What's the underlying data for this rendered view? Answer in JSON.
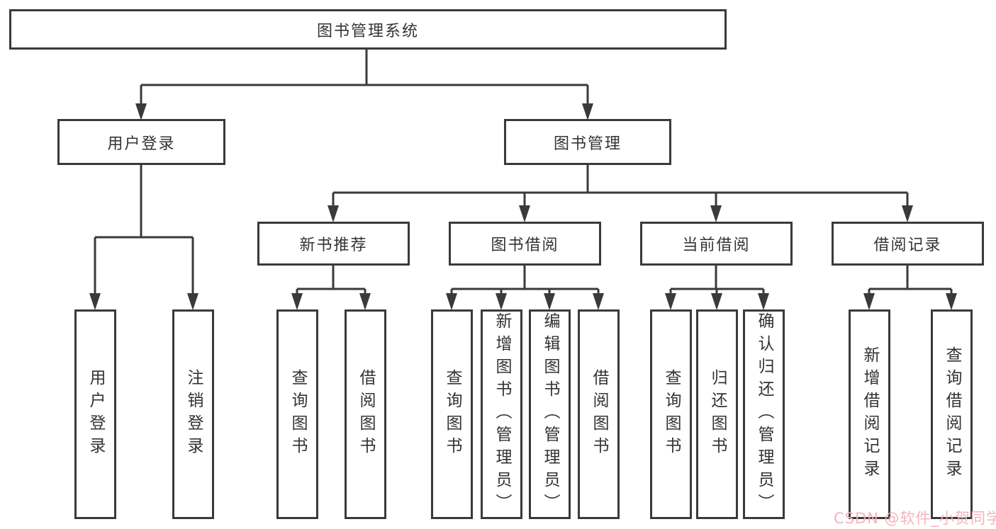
{
  "colors": {
    "line": "#3a3a3a",
    "text": "#333333",
    "background": "#ffffff",
    "watermark": "#f3afbe"
  },
  "watermark": {
    "text": "CSDN @软件_小贺同学"
  },
  "diagram": {
    "root": {
      "label": "图书管理系统"
    },
    "level2": [
      {
        "label": "用户登录"
      },
      {
        "label": "图书管理"
      }
    ],
    "level3": [
      {
        "label": "新书推荐"
      },
      {
        "label": "图书借阅"
      },
      {
        "label": "当前借阅"
      },
      {
        "label": "借阅记录"
      }
    ],
    "leaves": [
      {
        "label": "用户登录"
      },
      {
        "label": "注销登录"
      },
      {
        "label": "查询图书"
      },
      {
        "label": "借阅图书"
      },
      {
        "label": "查询图书"
      },
      {
        "label": "新增图书（管理员）"
      },
      {
        "label": "编辑图书（管理员）"
      },
      {
        "label": "借阅图书"
      },
      {
        "label": "查询图书"
      },
      {
        "label": "归还图书"
      },
      {
        "label": "确认归还（管理员）"
      },
      {
        "label": "新增借阅记录"
      },
      {
        "label": "查询借阅记录"
      }
    ]
  }
}
